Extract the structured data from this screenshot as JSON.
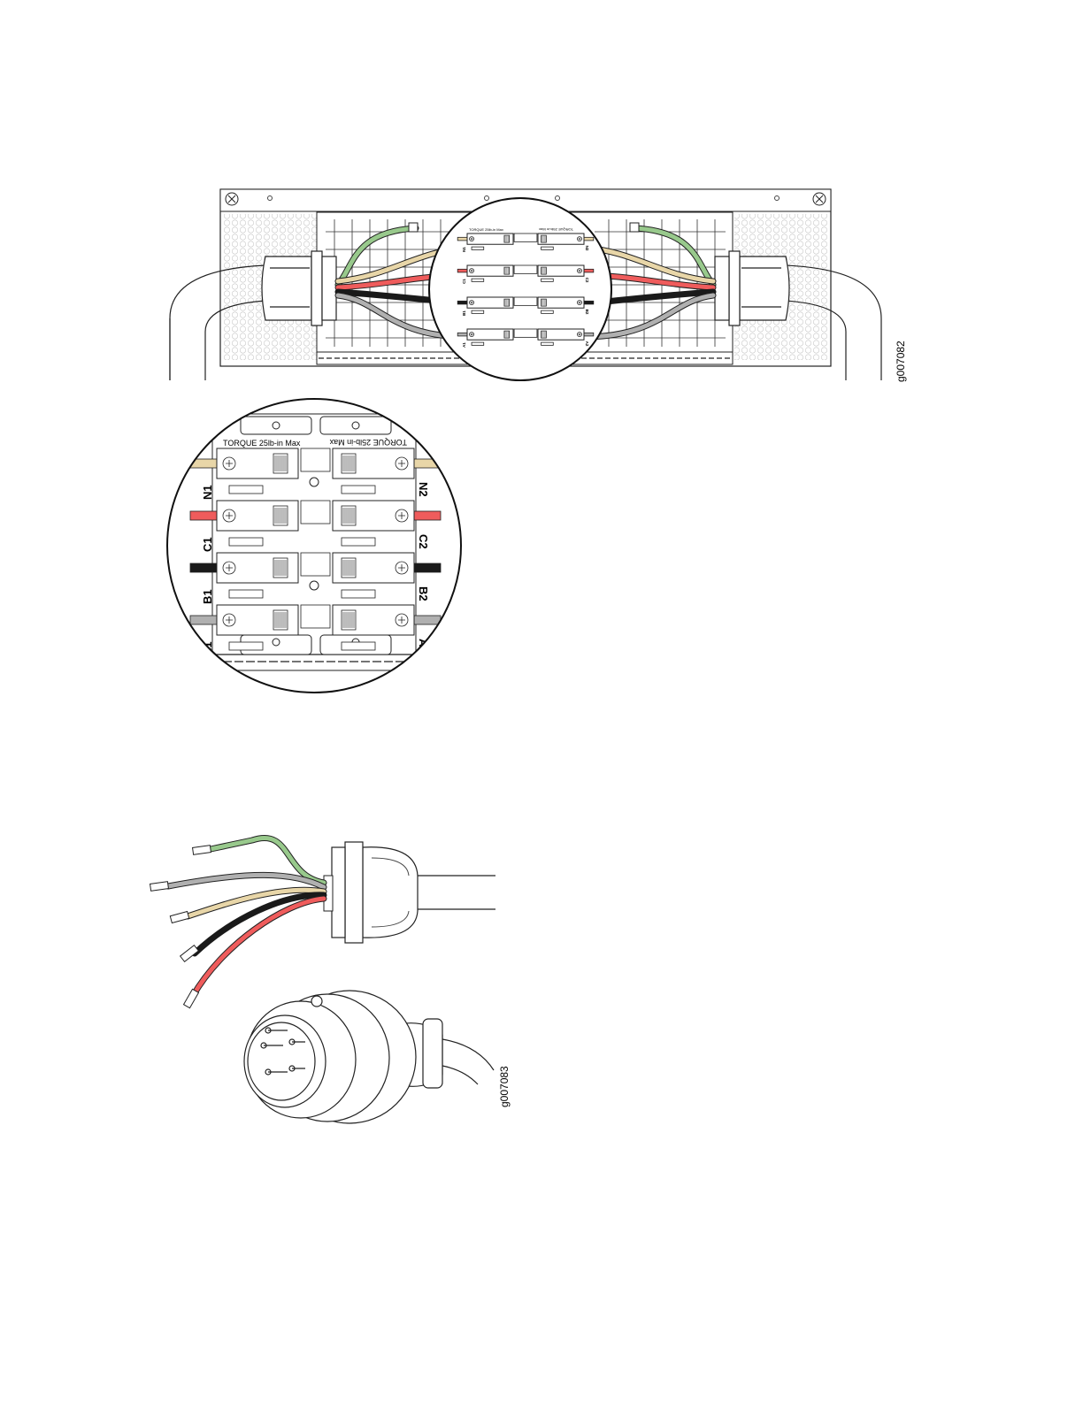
{
  "figure1": {
    "id": "g007082",
    "torque_label": "TORQUE 25lb-in Max",
    "terminals_left": [
      "N1",
      "C1",
      "B1",
      "A1"
    ],
    "terminals_right": [
      "N2",
      "C2",
      "B2",
      "A2"
    ]
  },
  "figure2": {
    "id": "g007083"
  },
  "colors": {
    "green": "#98c98c",
    "tan": "#e8d6a8",
    "red": "#ef5c5c",
    "black": "#1a1a1a",
    "gray": "#b0b0b0"
  }
}
